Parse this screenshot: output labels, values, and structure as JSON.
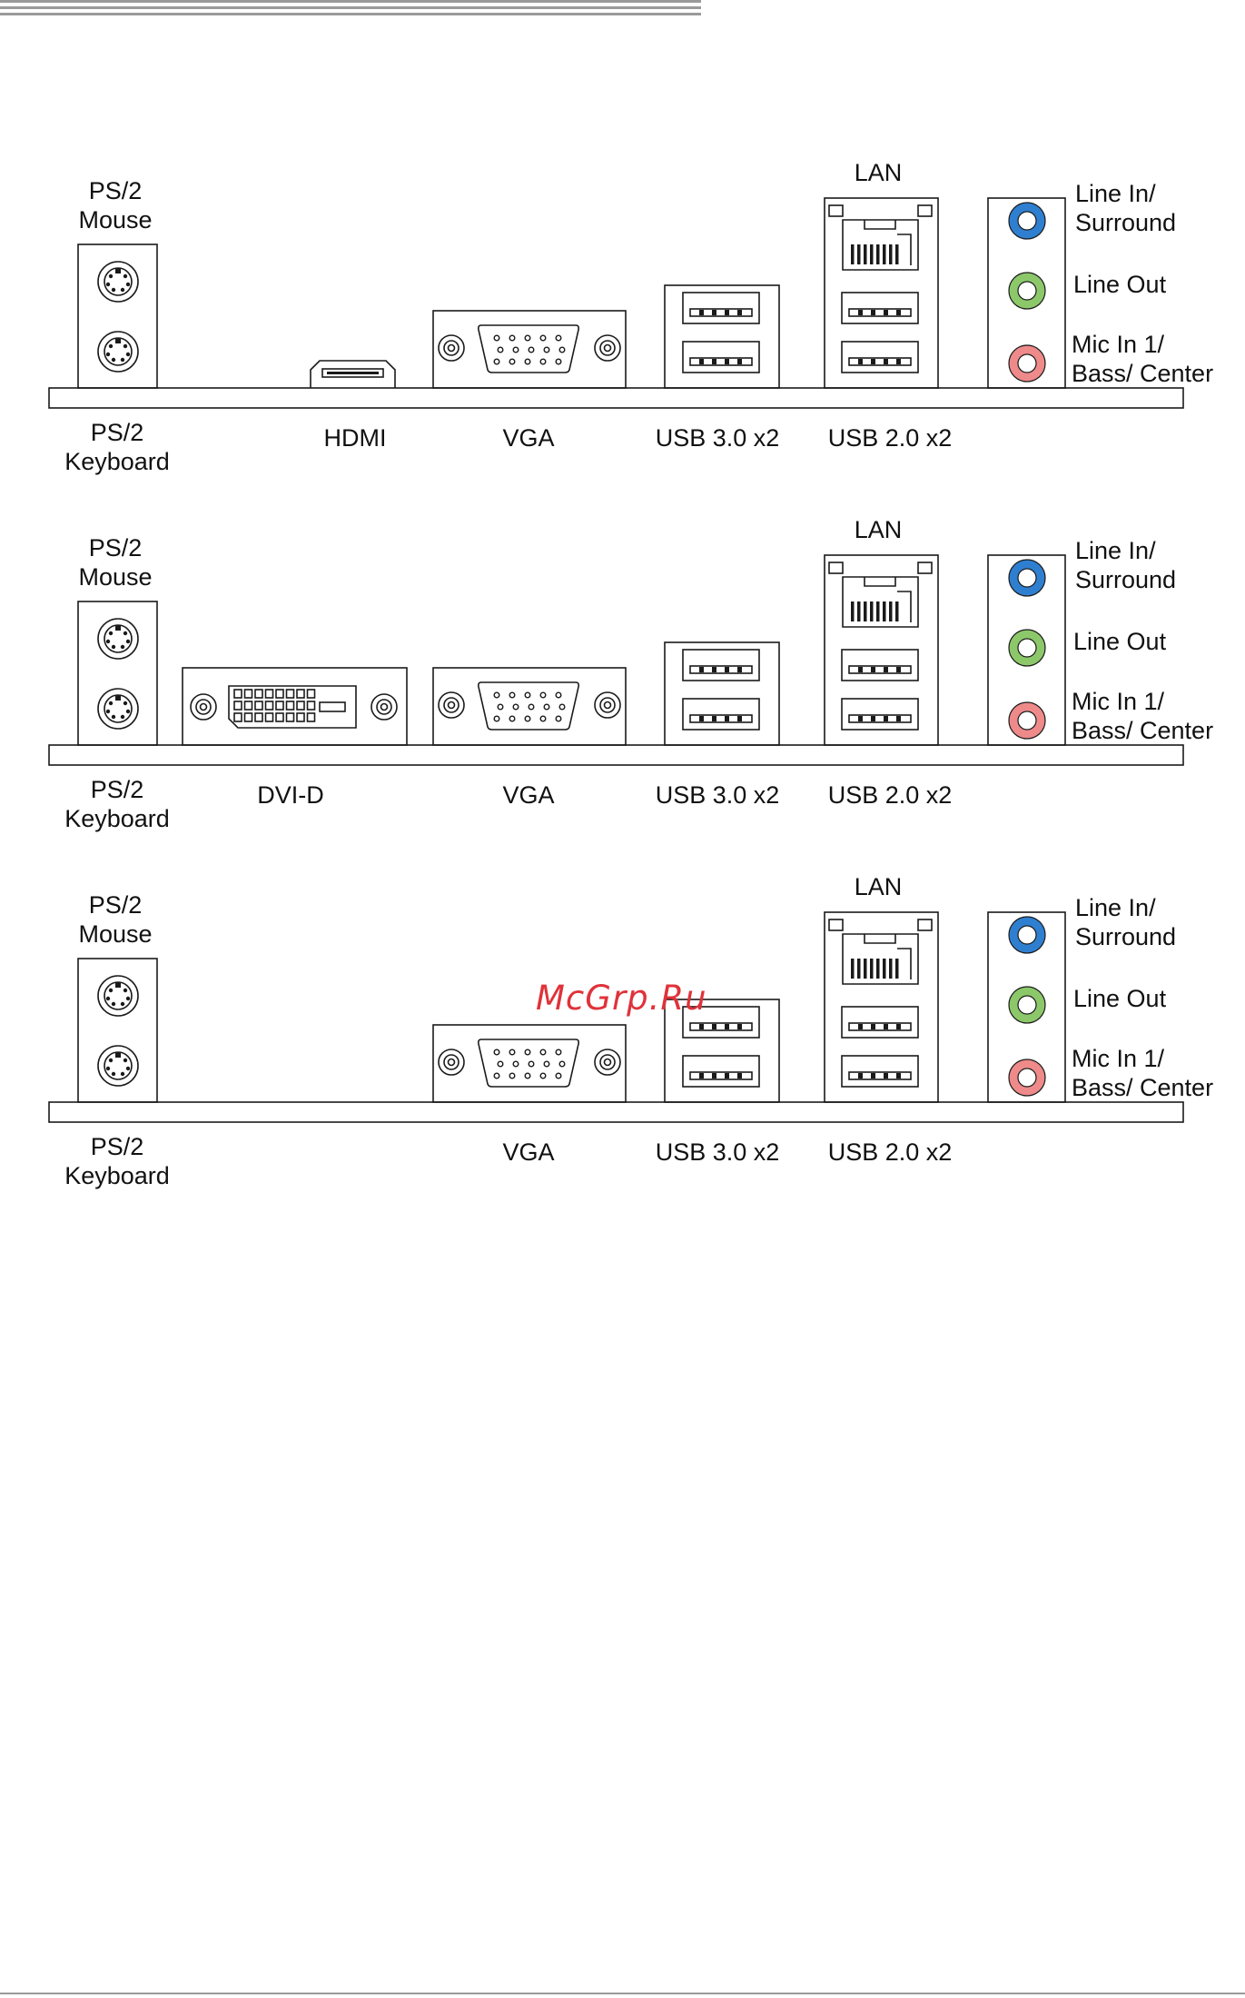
{
  "colors": {
    "line": "#1a1a1a",
    "jack_blue": "#2f7fd0",
    "jack_green": "#8cc86a",
    "jack_pink": "#ee8a8a",
    "watermark": "#e0323a"
  },
  "labels": {
    "ps2_mouse": "PS/2\nMouse",
    "ps2_keyboard": "PS/2\nKeyboard",
    "hdmi": "HDMI",
    "dvi": "DVI-D",
    "vga": "VGA",
    "usb3": "USB 3.0 x2",
    "usb2": "USB 2.0 x2",
    "lan": "LAN",
    "line_in": "Line In/\nSurround",
    "line_out": "Line Out",
    "mic_in": "Mic In 1/\nBass/ Center"
  },
  "panels": [
    {
      "variant": "hdmi"
    },
    {
      "variant": "dvi"
    },
    {
      "variant": "none"
    }
  ],
  "watermark": "McGrp.Ru"
}
